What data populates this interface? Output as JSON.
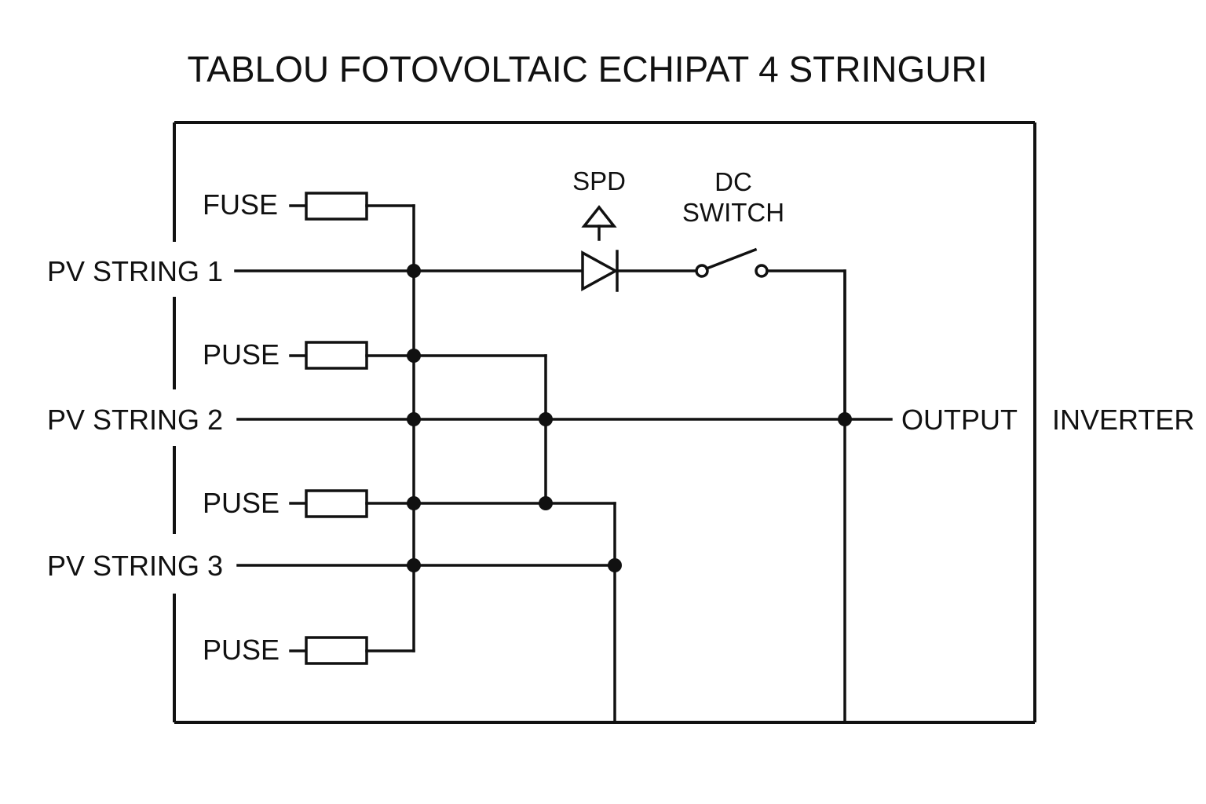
{
  "title": "TABLOU FOTOVOLTAIC ECHIPAT 4 STRINGURI",
  "inputs": [
    {
      "label": "PV STRING 1"
    },
    {
      "label": "PV STRING 2"
    },
    {
      "label": "PV STRING 3"
    }
  ],
  "fuses": [
    {
      "label": "FUSE"
    },
    {
      "label": "PUSE"
    },
    {
      "label": "PUSE"
    },
    {
      "label": "PUSE"
    }
  ],
  "spd": {
    "label": "SPD"
  },
  "dc_switch": {
    "label_line1": "DC",
    "label_line2": "SWITCH"
  },
  "output": {
    "label": "OUTPUT"
  },
  "inverter": {
    "label": "INVERTER"
  },
  "colors": {
    "line": "#111111",
    "background": "#ffffff"
  }
}
